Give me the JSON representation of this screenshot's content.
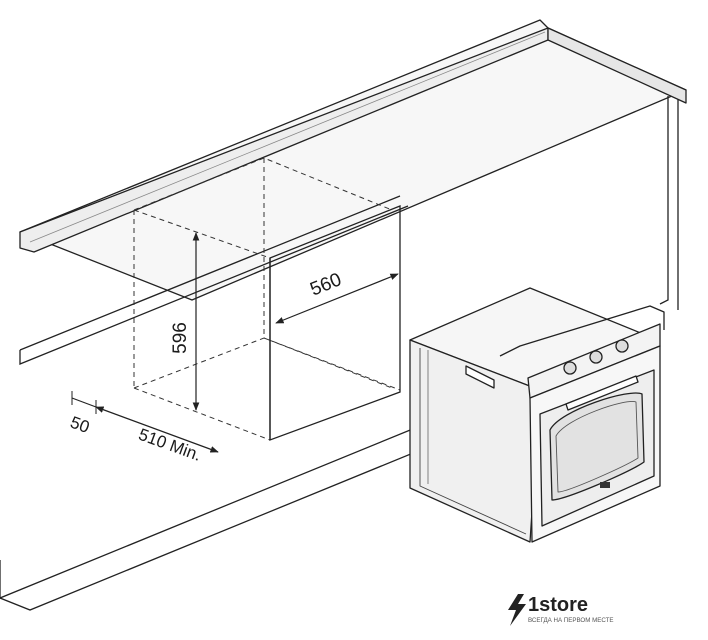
{
  "dimensions": {
    "width": "560",
    "height": "596",
    "depth": "510 Min.",
    "gap": "50"
  },
  "brand": {
    "name": "1store",
    "tagline": "ВСЕГДА НА ПЕРВОМ МЕСТЕ"
  },
  "colors": {
    "line": "#222222",
    "panel": "#f2f2f2",
    "shade": "#e2e2e2"
  }
}
